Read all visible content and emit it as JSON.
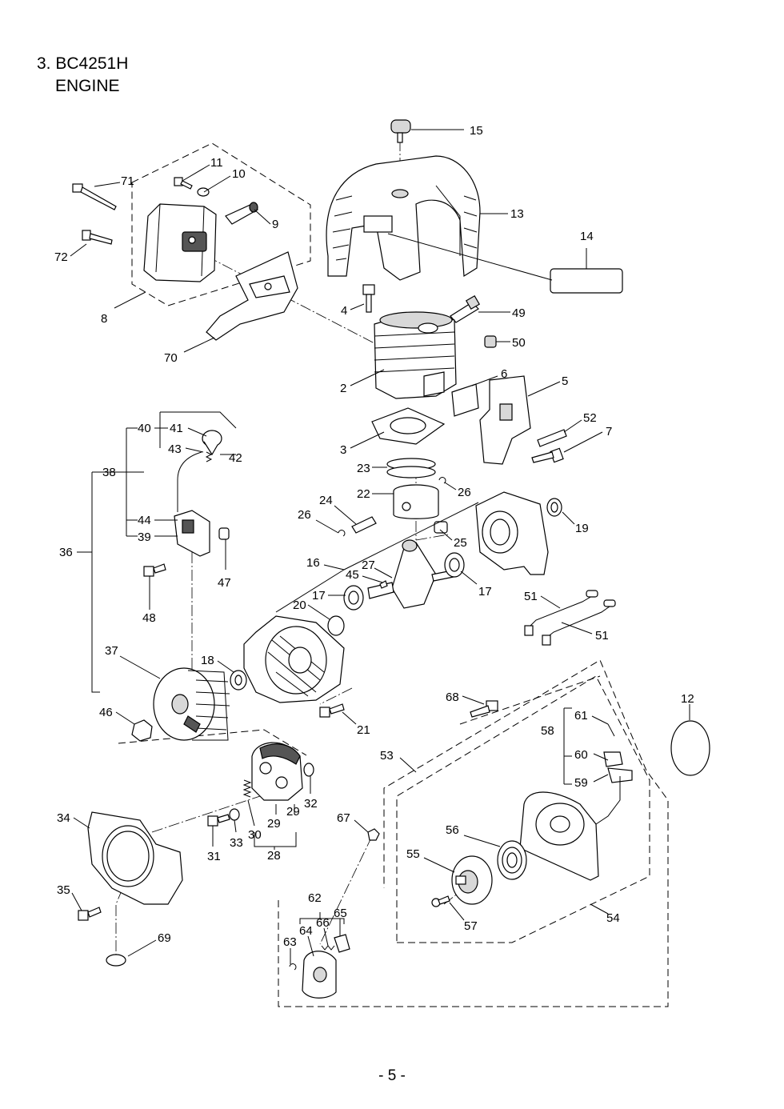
{
  "header": {
    "title_line1": "3. BC4251H",
    "title_line2": "ENGINE"
  },
  "footer": {
    "page_number": "- 5 -"
  },
  "callouts": [
    {
      "id": "c15",
      "text": "15"
    },
    {
      "id": "c13",
      "text": "13"
    },
    {
      "id": "c14",
      "text": "14"
    },
    {
      "id": "c11",
      "text": "11"
    },
    {
      "id": "c10",
      "text": "10"
    },
    {
      "id": "c71",
      "text": "71"
    },
    {
      "id": "c9",
      "text": "9"
    },
    {
      "id": "c72",
      "text": "72"
    },
    {
      "id": "c8",
      "text": "8"
    },
    {
      "id": "c70",
      "text": "70"
    },
    {
      "id": "c4",
      "text": "4"
    },
    {
      "id": "c49",
      "text": "49"
    },
    {
      "id": "c50",
      "text": "50"
    },
    {
      "id": "c2",
      "text": "2"
    },
    {
      "id": "c6",
      "text": "6"
    },
    {
      "id": "c5",
      "text": "5"
    },
    {
      "id": "c52",
      "text": "52"
    },
    {
      "id": "c7",
      "text": "7"
    },
    {
      "id": "c3",
      "text": "3"
    },
    {
      "id": "c40",
      "text": "40"
    },
    {
      "id": "c41",
      "text": "41"
    },
    {
      "id": "c43",
      "text": "43"
    },
    {
      "id": "c42",
      "text": "42"
    },
    {
      "id": "c38",
      "text": "38"
    },
    {
      "id": "c23",
      "text": "23"
    },
    {
      "id": "c22",
      "text": "22"
    },
    {
      "id": "c26a",
      "text": "26"
    },
    {
      "id": "c24",
      "text": "24"
    },
    {
      "id": "c26b",
      "text": "26"
    },
    {
      "id": "c19",
      "text": "19"
    },
    {
      "id": "c36",
      "text": "36"
    },
    {
      "id": "c44",
      "text": "44"
    },
    {
      "id": "c39",
      "text": "39"
    },
    {
      "id": "c25",
      "text": "25"
    },
    {
      "id": "c16",
      "text": "16"
    },
    {
      "id": "c45",
      "text": "45"
    },
    {
      "id": "c27",
      "text": "27"
    },
    {
      "id": "c47",
      "text": "47"
    },
    {
      "id": "c17a",
      "text": "17"
    },
    {
      "id": "c17b",
      "text": "17"
    },
    {
      "id": "c20",
      "text": "20"
    },
    {
      "id": "c48",
      "text": "48"
    },
    {
      "id": "c51a",
      "text": "51"
    },
    {
      "id": "c51b",
      "text": "51"
    },
    {
      "id": "c37",
      "text": "37"
    },
    {
      "id": "c18",
      "text": "18"
    },
    {
      "id": "c12",
      "text": "12"
    },
    {
      "id": "c68",
      "text": "68"
    },
    {
      "id": "c46",
      "text": "46"
    },
    {
      "id": "c21",
      "text": "21"
    },
    {
      "id": "c61",
      "text": "61"
    },
    {
      "id": "c58",
      "text": "58"
    },
    {
      "id": "c60",
      "text": "60"
    },
    {
      "id": "c53",
      "text": "53"
    },
    {
      "id": "c59",
      "text": "59"
    },
    {
      "id": "c32",
      "text": "32"
    },
    {
      "id": "c29a",
      "text": "29"
    },
    {
      "id": "c29b",
      "text": "29"
    },
    {
      "id": "c34",
      "text": "34"
    },
    {
      "id": "c67",
      "text": "67"
    },
    {
      "id": "c30",
      "text": "30"
    },
    {
      "id": "c33",
      "text": "33"
    },
    {
      "id": "c31",
      "text": "31"
    },
    {
      "id": "c28",
      "text": "28"
    },
    {
      "id": "c56",
      "text": "56"
    },
    {
      "id": "c55",
      "text": "55"
    },
    {
      "id": "c35",
      "text": "35"
    },
    {
      "id": "c62",
      "text": "62"
    },
    {
      "id": "c66",
      "text": "66"
    },
    {
      "id": "c65",
      "text": "65"
    },
    {
      "id": "c64",
      "text": "64"
    },
    {
      "id": "c57",
      "text": "57"
    },
    {
      "id": "c54",
      "text": "54"
    },
    {
      "id": "c63",
      "text": "63"
    },
    {
      "id": "c69",
      "text": "69"
    }
  ]
}
